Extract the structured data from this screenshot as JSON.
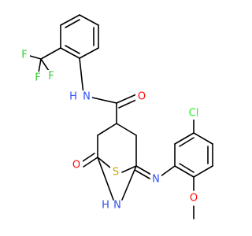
{
  "molecule": {
    "atoms": [
      {
        "id": "F1",
        "symbol": "F",
        "color": "#33cc33"
      },
      {
        "id": "F2",
        "symbol": "F",
        "color": "#33cc33"
      },
      {
        "id": "F3",
        "symbol": "F",
        "color": "#33cc33"
      },
      {
        "id": "N_amide",
        "symbol": "N",
        "color": "#3050f8"
      },
      {
        "id": "H_amide",
        "symbol": "H",
        "color": "#3050f8"
      },
      {
        "id": "O_amide",
        "symbol": "O",
        "color": "#ff0d0d"
      },
      {
        "id": "Cl",
        "symbol": "Cl",
        "color": "#1ff01f"
      },
      {
        "id": "S",
        "symbol": "S",
        "color": "#c8a800"
      },
      {
        "id": "O_keto",
        "symbol": "O",
        "color": "#ff0d0d"
      },
      {
        "id": "N_ring",
        "symbol": "N",
        "color": "#3050f8"
      },
      {
        "id": "H_ring",
        "symbol": "H",
        "color": "#3050f8"
      },
      {
        "id": "N_imine",
        "symbol": "N",
        "color": "#3050f8"
      },
      {
        "id": "O_ether",
        "symbol": "O",
        "color": "#ff0d0d"
      }
    ],
    "bond_color": "#000000"
  }
}
